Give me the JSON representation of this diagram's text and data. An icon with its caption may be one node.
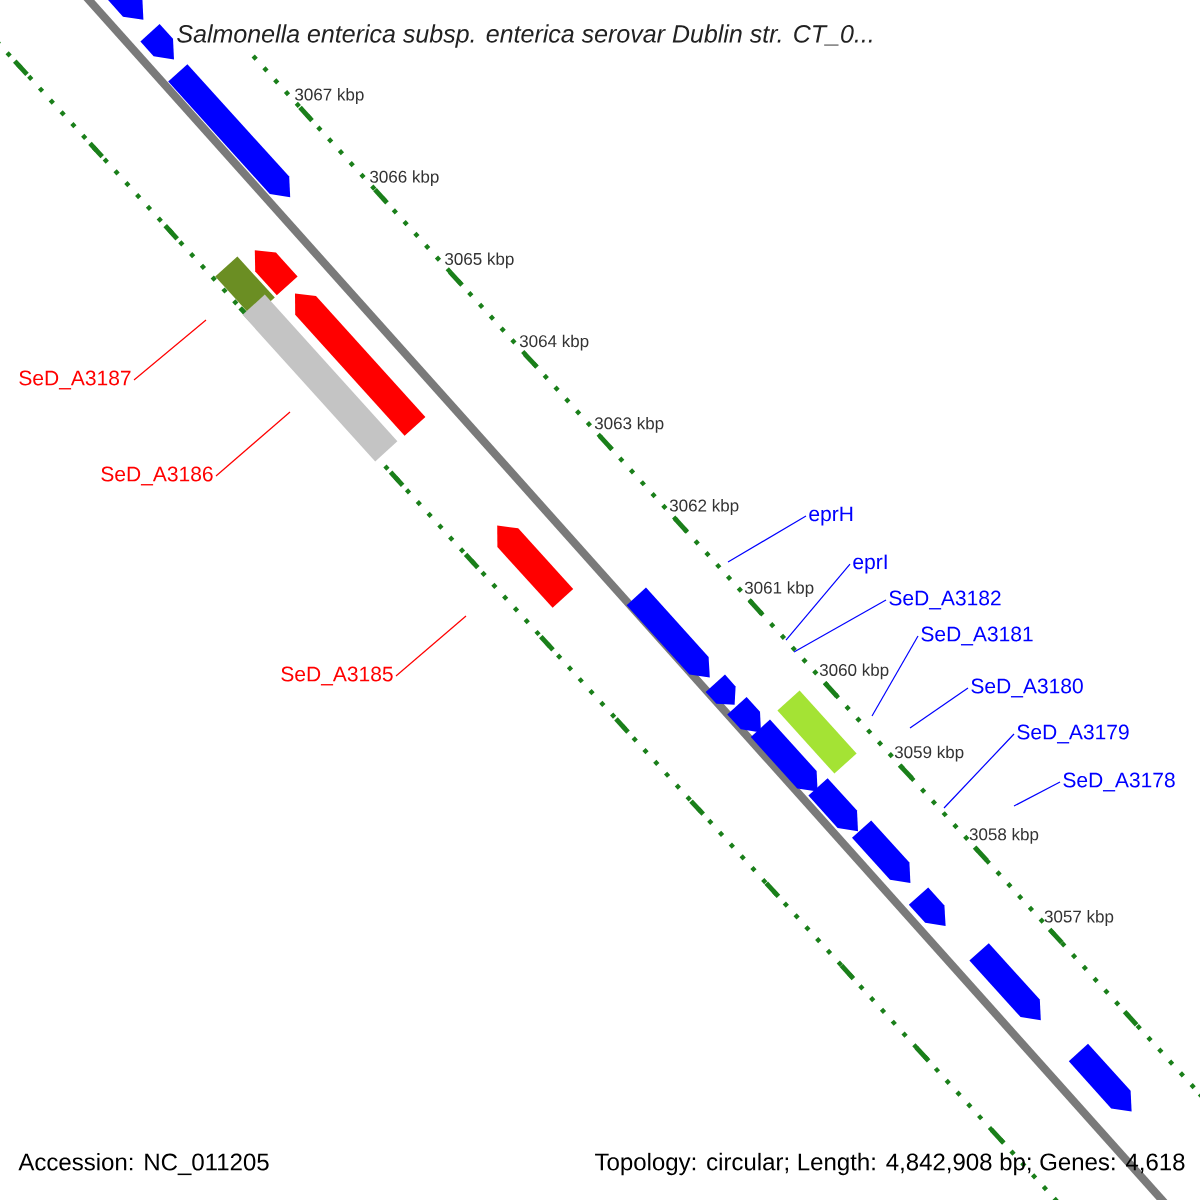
{
  "diagram": {
    "title": "Salmonella enterica subsp. enterica serovar Dublin str. CT_0...",
    "nodes": [
      {
        "text": [
          "SeD_A3187"
        ]
      },
      {
        "text": [
          "SeD_A3186"
        ]
      },
      {
        "text": [
          "eprH"
        ]
      },
      {
        "text": [
          "eprI"
        ]
      },
      {
        "text": [
          "SeD_A3182"
        ]
      },
      {
        "text": [
          "SeD_A3181"
        ]
      },
      {
        "text": [
          "SeD_A3185"
        ]
      },
      {
        "text": [
          "SeD_A3180"
        ]
      },
      {
        "text": [
          "SeD_A3179"
        ]
      },
      {
        "text": [
          "SeD_A3178"
        ]
      }
    ],
    "edges": [
      {
        "from": 0,
        "to": null,
        "arrow": "none",
        "color": "#ff0000"
      },
      {
        "from": 1,
        "to": null,
        "arrow": "none",
        "color": "#ff0000"
      },
      {
        "from": 2,
        "to": null,
        "arrow": "none"
      },
      {
        "from": 3,
        "to": null,
        "arrow": "none"
      },
      {
        "from": 4,
        "to": null,
        "arrow": "none"
      },
      {
        "from": 5,
        "to": null,
        "arrow": "none"
      },
      {
        "from": 6,
        "to": null,
        "arrow": "none",
        "color": "#ff0000"
      },
      {
        "from": 7,
        "to": null,
        "arrow": "none"
      },
      {
        "from": 8,
        "to": null,
        "arrow": "none"
      },
      {
        "from": 9,
        "to": null,
        "arrow": "none"
      }
    ],
    "labels": [
      "3067 kbp",
      "3066 kbp",
      "3065 kbp",
      "3064 kbp",
      "3063 kbp",
      "3062 kbp",
      "3061 kbp",
      "3060 kbp",
      "3059 kbp",
      "3058 kbp",
      "3057 kbp",
      "Accession: NC_011205",
      "Topology: circular; Length: 4,842,908 bp; Genes: 4,618"
    ]
  }
}
